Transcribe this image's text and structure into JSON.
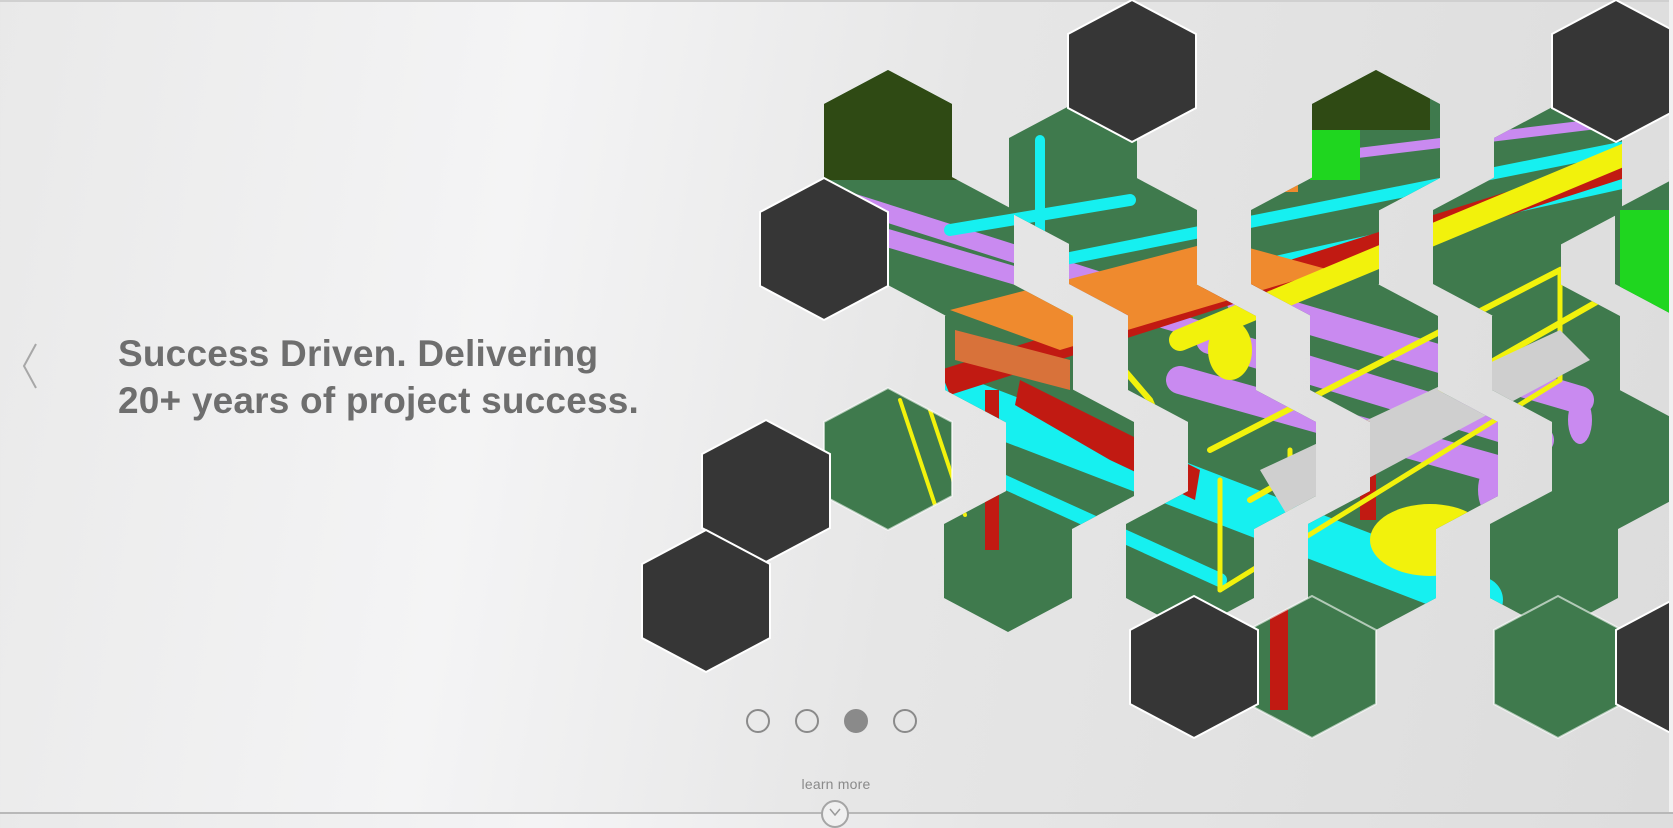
{
  "hero": {
    "headline_line1": "Success Driven. Delivering",
    "headline_line2": "20+ years of project success."
  },
  "carousel": {
    "prev_icon": "chevron-left-icon",
    "slide_count": 4,
    "active_index": 2,
    "dots": [
      "slide-1",
      "slide-2",
      "slide-3",
      "slide-4"
    ]
  },
  "footer": {
    "learn_more_label": "learn more",
    "learn_more_icon": "chevron-down-icon"
  },
  "colors": {
    "headline": "#6e6e6e",
    "hex_dark": "#363636",
    "hex_green": "#3f7a4d",
    "pipe_purple": "#c98af0",
    "pipe_cyan": "#16f0f0",
    "rail_yellow": "#f2f20c",
    "frame_red": "#c11a12",
    "deck_orange": "#ef8a2e"
  }
}
